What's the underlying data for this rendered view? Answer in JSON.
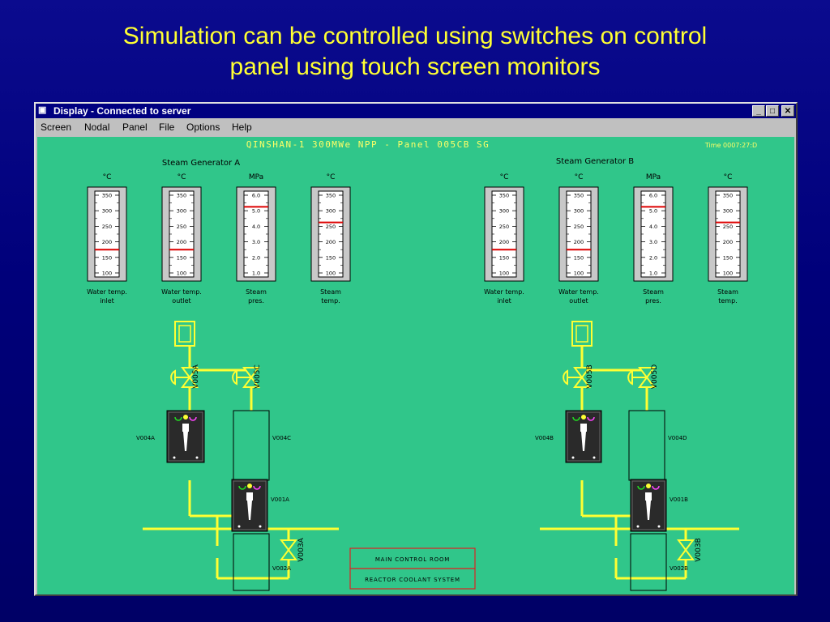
{
  "slide": {
    "title_line1": "Simulation can be controlled using switches on control",
    "title_line2": "panel using touch screen monitors"
  },
  "window": {
    "title": "Display - Connected to server",
    "controls": {
      "minimize": "_",
      "maximize": "□",
      "close": "✕"
    },
    "menu": [
      "Screen",
      "Nodal",
      "Panel",
      "File",
      "Options",
      "Help"
    ]
  },
  "panel": {
    "header": "QINSHAN-1 300MWe NPP - Panel 005CB SG",
    "time": "Time 0007:27:D",
    "generator_a": "Steam Generator A",
    "generator_b": "Steam Generator B",
    "units": {
      "celsius": "°C",
      "mpa": "MPa"
    },
    "temp_scale": [
      "350",
      "300",
      "250",
      "200",
      "150",
      "100"
    ],
    "pressure_scale": [
      "6.0",
      "5.0",
      "4.0",
      "3.0",
      "2.0",
      "1.0"
    ],
    "gauges_a": [
      {
        "unit": "°C",
        "scale": "temp",
        "level": 0.3,
        "label1": "Water temp.",
        "label2": "inlet"
      },
      {
        "unit": "°C",
        "scale": "temp",
        "level": 0.3,
        "label1": "Water temp.",
        "label2": "outlet"
      },
      {
        "unit": "MPa",
        "scale": "pressure",
        "level": 0.85,
        "label1": "Steam",
        "label2": "pres."
      },
      {
        "unit": "°C",
        "scale": "temp",
        "level": 0.65,
        "label1": "Steam",
        "label2": "temp."
      }
    ],
    "gauges_b": [
      {
        "unit": "°C",
        "scale": "temp",
        "level": 0.3,
        "label1": "Water temp.",
        "label2": "inlet"
      },
      {
        "unit": "°C",
        "scale": "temp",
        "level": 0.3,
        "label1": "Water temp.",
        "label2": "outlet"
      },
      {
        "unit": "MPa",
        "scale": "pressure",
        "level": 0.85,
        "label1": "Steam",
        "label2": "pres."
      },
      {
        "unit": "°C",
        "scale": "temp",
        "level": 0.65,
        "label1": "Steam",
        "label2": "temp."
      }
    ],
    "valves_a": {
      "v005": "V005A",
      "v005c": "V005C",
      "v004": "V004A",
      "v004c": "V004C",
      "v001": "V001A",
      "v003": "V003A",
      "v002": "V002A"
    },
    "valves_b": {
      "v005": "V005B",
      "v005c": "V005D",
      "v004": "V004B",
      "v004c": "V004D",
      "v001": "V001B",
      "v003": "V003B",
      "v002": "V002B"
    },
    "nav": {
      "main_control_room": "MAIN CONTROL ROOM",
      "reactor_coolant_system": "REACTOR COOLANT SYSTEM"
    }
  },
  "colors": {
    "slide_bg": "#00007a",
    "title_text": "#ffff33",
    "panel_bg": "#30c68a",
    "header_text": "#ffff66",
    "pipe": "#ffff33",
    "gauge_marker": "#dd0000",
    "nav_border": "#dd2222"
  }
}
